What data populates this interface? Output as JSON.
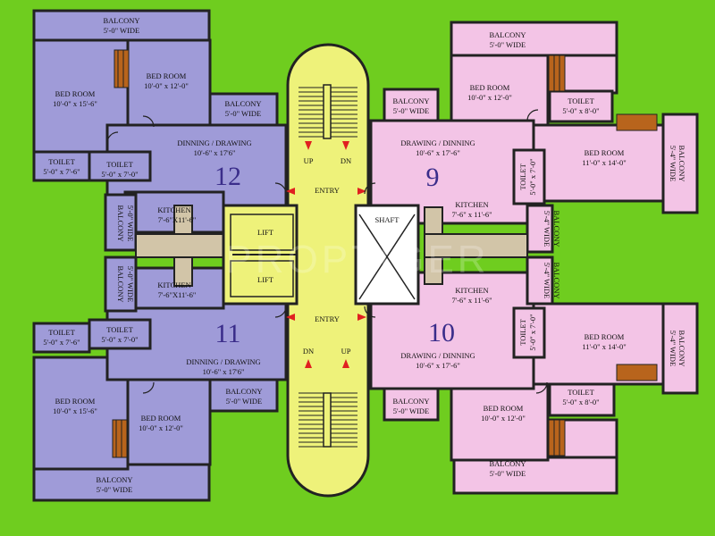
{
  "colors": {
    "background": "#6fcd1f",
    "flat_purple": "#9f9bd8",
    "flat_pink": "#f3c4e6",
    "core_yellow": "#eef27a",
    "passage": "#d2c5a8",
    "wall": "#222222",
    "arrow_red": "#e02020",
    "unit_number": "#3a2d8a"
  },
  "watermark": "PROPTIGER",
  "units": {
    "u12": "12",
    "u11": "11",
    "u9": "9",
    "u10": "10"
  },
  "core": {
    "up": "UP",
    "dn": "DN",
    "entry": "ENTRY",
    "shaft": "SHAFT",
    "lift": "LIFT"
  },
  "rooms": {
    "balcony_5": "BALCONY",
    "balcony_5_dim": "5'-0\" WIDE",
    "bedroom": "BED ROOM",
    "bed_10x15": "10'-0\" x 15'-6\"",
    "bed_10x12": "10'-0\" x 12'-0\"",
    "bed_11x14": "11'-0\" x 14'-0\"",
    "toilet": "TOILET",
    "toilet_5x7_6": "5'-0\" x 7'-6\"",
    "toilet_5x7": "5'-0\" x 7'-0\"",
    "toilet_5x8": "5'-0\" x 8'-0\"",
    "dinning_drawing": "DINNING / DRAWING",
    "drawing_dinning": "DRAWING / DINNING",
    "dd_dim_a": "10'-6\" x 17'6\"",
    "dd_dim_b": "10'-6\" x 17'-6\"",
    "kitchen": "KITCHEN",
    "kitchen_dim_a": "7'-6\"X11'-6\"",
    "kitchen_dim_b": "7'-6\" x 11'-6\"",
    "balcony_4": "BALCONY",
    "balcony_4_dim": "5'-4\" WIDE",
    "toilet_v_dim": "5'-0\" x 7'-0\""
  }
}
